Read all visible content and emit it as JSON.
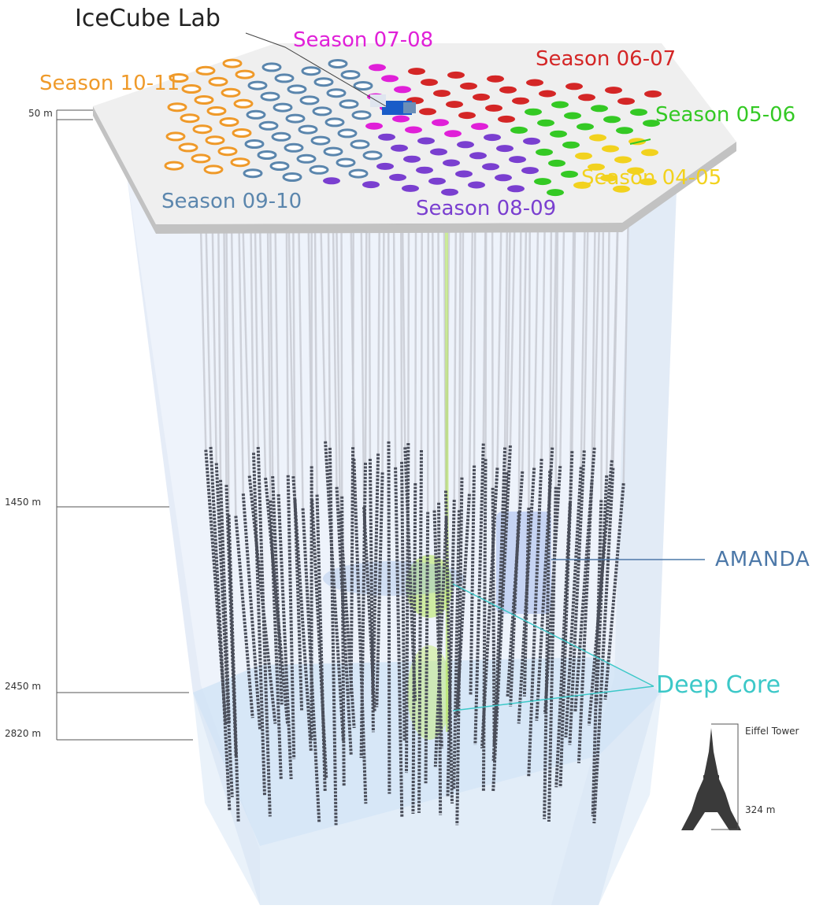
{
  "title_lab": "IceCube Lab",
  "seasons": [
    {
      "key": "s0405",
      "label": "Season 04-05",
      "color": "#f2d21e"
    },
    {
      "key": "s0506",
      "label": "Season 05-06",
      "color": "#34c924"
    },
    {
      "key": "s0607",
      "label": "Season 06-07",
      "color": "#d42626"
    },
    {
      "key": "s0708",
      "label": "Season 07-08",
      "color": "#e020d8"
    },
    {
      "key": "s0809",
      "label": "Season 08-09",
      "color": "#7a3fd0"
    },
    {
      "key": "s0910",
      "label": "Season 09-10",
      "color": "#5b86ad"
    },
    {
      "key": "s1011",
      "label": "Season 10-11",
      "color": "#ef9a2a"
    }
  ],
  "depths": [
    {
      "label": "50 m"
    },
    {
      "label": "1450 m"
    },
    {
      "label": "2450 m"
    },
    {
      "label": "2820 m"
    }
  ],
  "amanda": {
    "label": "AMANDA",
    "color": "#4c78a8"
  },
  "deep_core": {
    "label": "Deep Core",
    "color": "#3cc8c8"
  },
  "eiffel": {
    "name": "Eiffel Tower",
    "height": "324 m",
    "icon": "eiffel-tower-icon"
  },
  "colors": {
    "surface_top": "#ececec",
    "surface_edge": "#c8c8c8",
    "ice_volume": "#e4ecf8",
    "bedrock": "#d2e6f6",
    "string_cable": "#c9ccd4",
    "sensor": "#4a4e5a",
    "label_dark": "#222222"
  }
}
